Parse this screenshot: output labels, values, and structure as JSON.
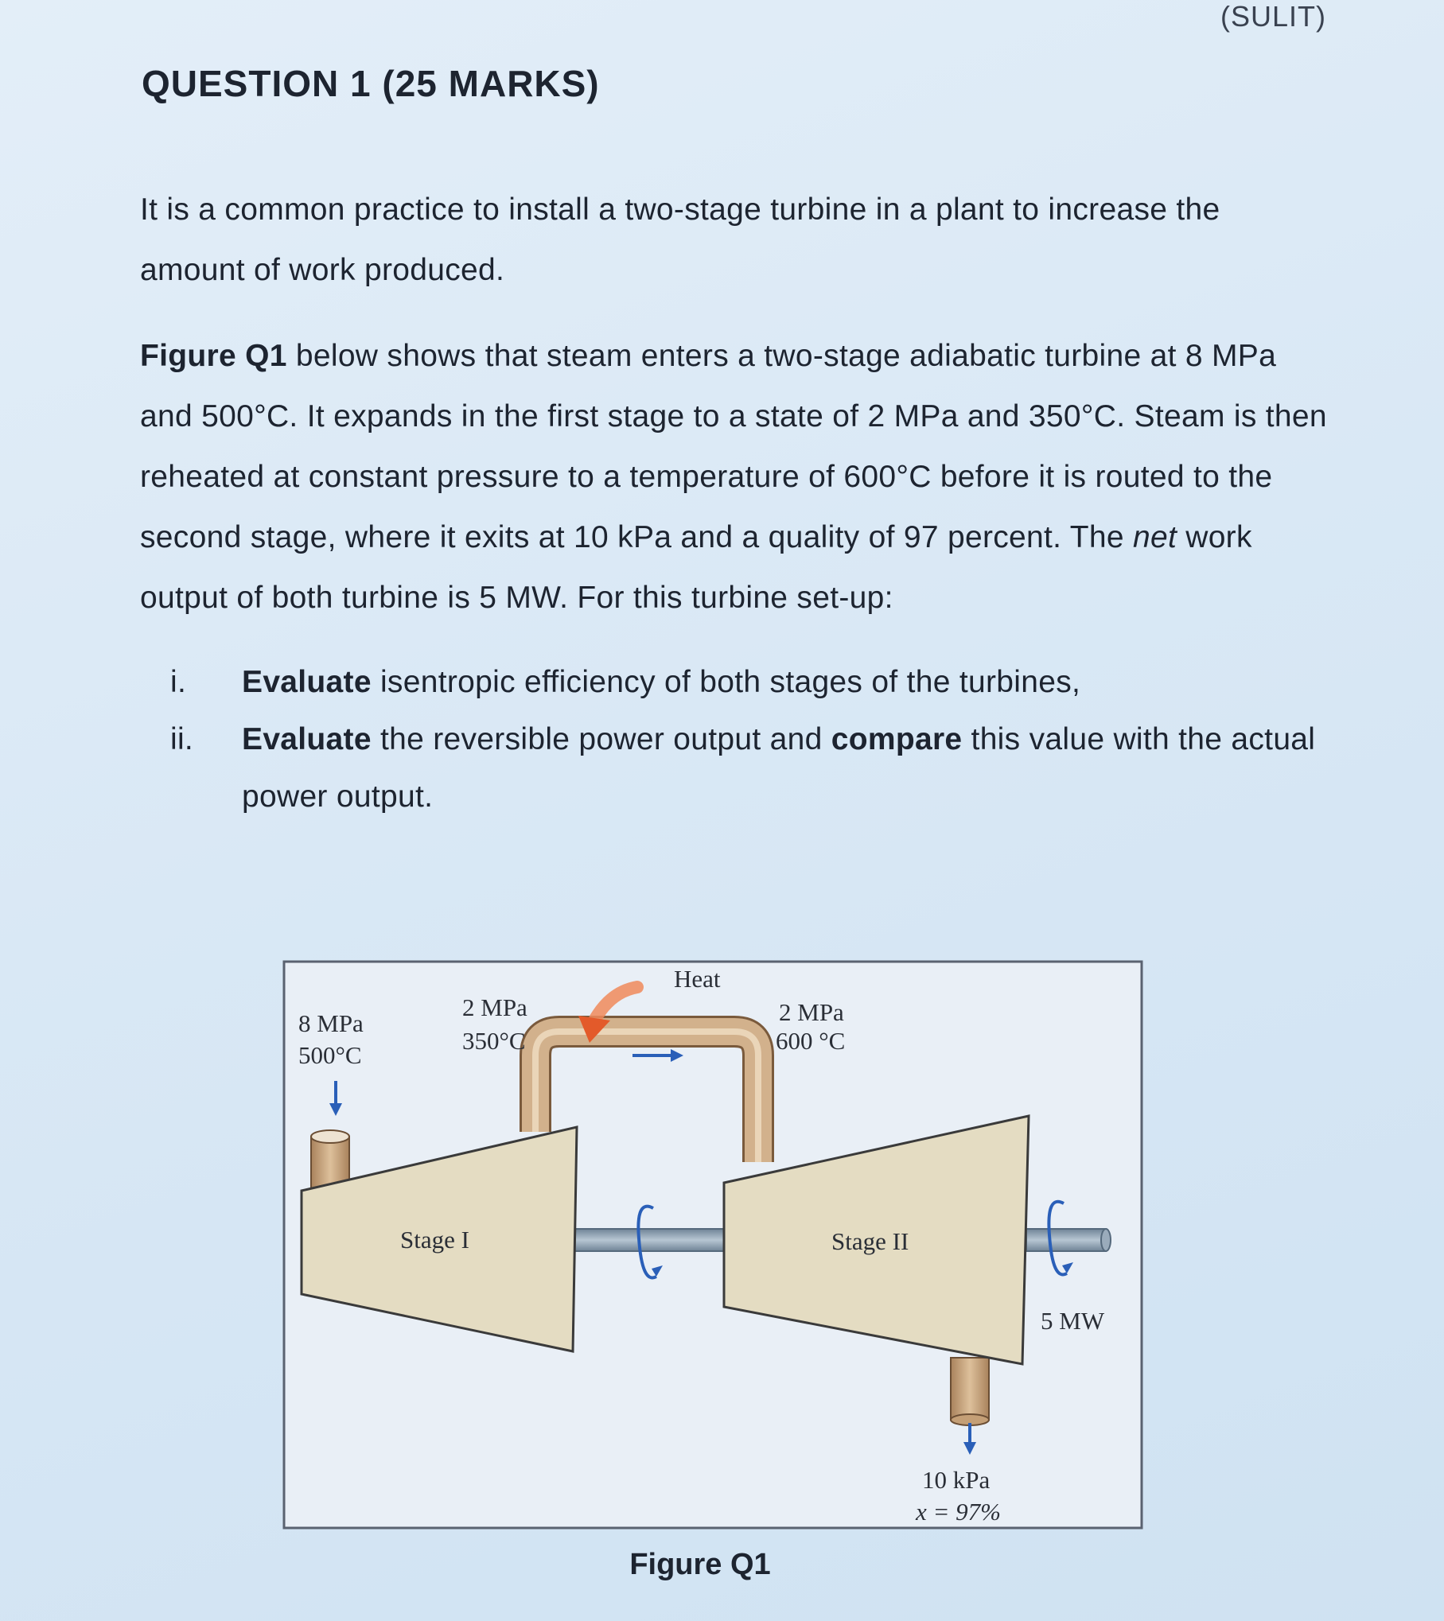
{
  "header": {
    "classification": "(SULIT)"
  },
  "question": {
    "title": "QUESTION 1 (25 MARKS)",
    "intro": "It is a common practice to install a two-stage turbine in a plant to increase the amount of work produced.",
    "body": {
      "figure_ref": "Figure Q1",
      "text_a": " below shows that steam enters a two-stage adiabatic turbine at 8 MPa and 500°C. It expands in the first stage to a state of 2 MPa and 350°C. Steam is then reheated at constant pressure to a temperature of 600°C before it is routed to the second stage, where it exits at 10 kPa and a quality of 97 percent. The ",
      "emph": "net",
      "text_b": " work output of both turbine is 5 MW. For this turbine set-up:"
    },
    "tasks": [
      {
        "number": "i.",
        "verb": "Evaluate",
        "rest": " isentropic efficiency of both stages of the turbines,"
      },
      {
        "number": "ii.",
        "verb": "Evaluate",
        "mid": " the reversible power output and ",
        "verb2": "compare",
        "rest": " this value with the actual power output."
      }
    ]
  },
  "figure": {
    "caption": "Figure Q1",
    "inlet": {
      "pressure": "8 MPa",
      "temperature": "500°C"
    },
    "stage1_exit": {
      "pressure": "2 MPa",
      "temperature": "350°C"
    },
    "heat_label": "Heat",
    "reheat": {
      "pressure": "2 MPa",
      "temperature": "600 °C"
    },
    "stage1_label": "Stage I",
    "stage2_label": "Stage II",
    "power_label": "5 MW",
    "outlet": {
      "pressure": "10 kPa",
      "quality": "x = 97%"
    },
    "colors": {
      "turbine_fill": "#e4dcc2",
      "pipe_fill": "#c9a882",
      "shaft": "#8a9cad",
      "arrow_blue": "#2a5fb8",
      "heat_arrow": "#e35a2a"
    }
  }
}
